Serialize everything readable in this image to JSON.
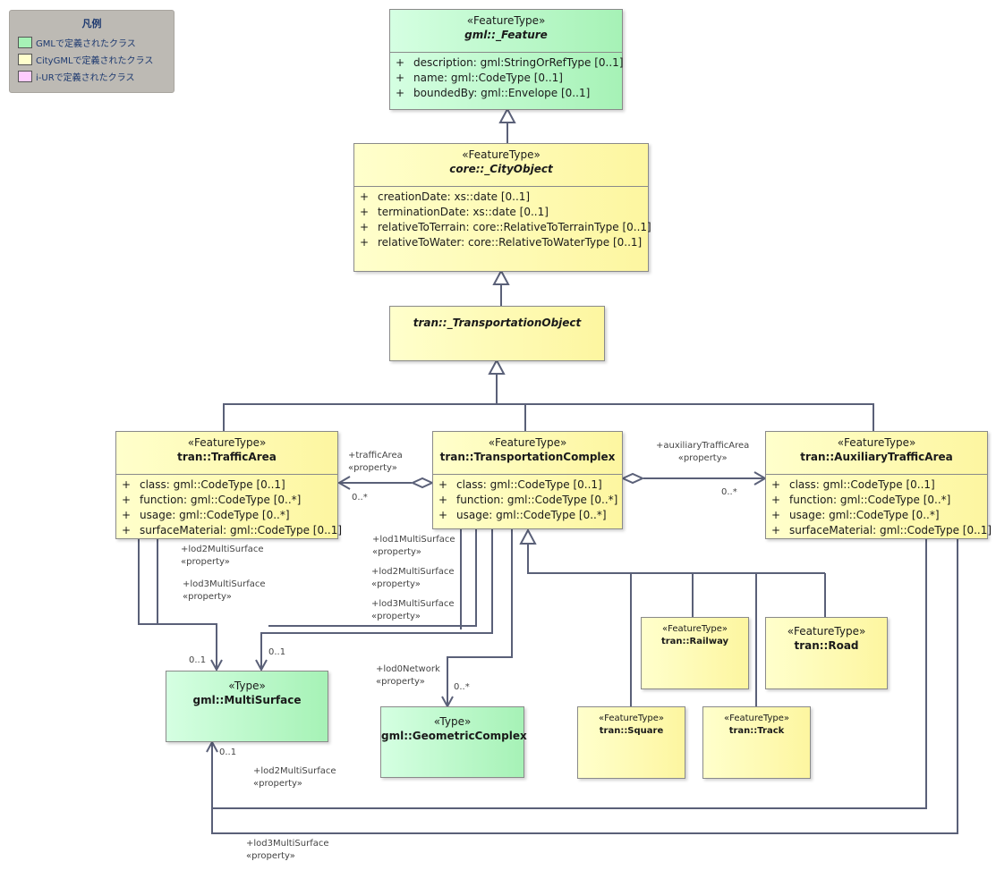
{
  "legend": {
    "title": "凡例",
    "items": [
      {
        "label": "GMLで定義されたクラス",
        "color": "#a6f2b6"
      },
      {
        "label": "CityGMLで定義されたクラス",
        "color": "#ffffcc"
      },
      {
        "label": "i-URで定義されたクラス",
        "color": "#ffccff"
      }
    ]
  },
  "classes": {
    "feature": {
      "stereotype": "«FeatureType»",
      "name": "gml::_Feature",
      "attributes": [
        {
          "vis": "+",
          "text": "description: gml:StringOrRefType [0..1]"
        },
        {
          "vis": "+",
          "text": "name: gml::CodeType [0..1]"
        },
        {
          "vis": "+",
          "text": "boundedBy: gml::Envelope [0..1]"
        }
      ]
    },
    "cityobject": {
      "stereotype": "«FeatureType»",
      "name": "core::_CityObject",
      "attributes": [
        {
          "vis": "+",
          "text": "creationDate: xs::date [0..1]"
        },
        {
          "vis": "+",
          "text": "terminationDate: xs::date [0..1]"
        },
        {
          "vis": "+",
          "text": "relativeToTerrain: core::RelativeToTerrainType [0..1]"
        },
        {
          "vis": "+",
          "text": "relativeToWater: core::RelativeToWaterType [0..1]"
        }
      ]
    },
    "transportationobject": {
      "name": "tran::_TransportationObject"
    },
    "trafficarea": {
      "stereotype": "«FeatureType»",
      "name": "tran::TrafficArea",
      "attributes": [
        {
          "vis": "+",
          "text": "class: gml::CodeType [0..1]"
        },
        {
          "vis": "+",
          "text": "function: gml::CodeType [0..*]"
        },
        {
          "vis": "+",
          "text": "usage: gml::CodeType [0..*]"
        },
        {
          "vis": "+",
          "text": "surfaceMaterial: gml::CodeType [0..1]"
        }
      ]
    },
    "transportationcomplex": {
      "stereotype": "«FeatureType»",
      "name": "tran::TransportationComplex",
      "attributes": [
        {
          "vis": "+",
          "text": "class: gml::CodeType [0..1]"
        },
        {
          "vis": "+",
          "text": "function: gml::CodeType [0..*]"
        },
        {
          "vis": "+",
          "text": "usage: gml::CodeType [0..*]"
        }
      ]
    },
    "auxiliarytrafficarea": {
      "stereotype": "«FeatureType»",
      "name": "tran::AuxiliaryTrafficArea",
      "attributes": [
        {
          "vis": "+",
          "text": "class: gml::CodeType [0..1]"
        },
        {
          "vis": "+",
          "text": "function: gml::CodeType [0..*]"
        },
        {
          "vis": "+",
          "text": "usage: gml::CodeType [0..*]"
        },
        {
          "vis": "+",
          "text": "surfaceMaterial: gml::CodeType [0..1]"
        }
      ]
    },
    "multisurface": {
      "stereotype": "«Type»",
      "name": "gml::MultiSurface"
    },
    "geometriccomplex": {
      "stereotype": "«Type»",
      "name": "gml::GeometricComplex"
    },
    "railway": {
      "stereotype": "«FeatureType»",
      "name": "tran::Railway"
    },
    "road": {
      "stereotype": "«FeatureType»",
      "name": "tran::Road"
    },
    "square": {
      "stereotype": "«FeatureType»",
      "name": "tran::Square"
    },
    "track": {
      "stereotype": "«FeatureType»",
      "name": "tran::Track"
    }
  },
  "labels": {
    "trafficArea": {
      "role": "+trafficArea",
      "stereo": "«property»",
      "mult": "0..*"
    },
    "auxiliaryTrafficArea": {
      "role": "+auxiliaryTrafficArea",
      "stereo": "«property»",
      "mult": "0..*"
    },
    "ta_lod2": {
      "role": "+lod2MultiSurface",
      "stereo": "«property»"
    },
    "ta_lod3": {
      "role": "+lod3MultiSurface",
      "stereo": "«property»"
    },
    "tc_lod1": {
      "role": "+lod1MultiSurface",
      "stereo": "«property»"
    },
    "tc_lod2": {
      "role": "+lod2MultiSurface",
      "stereo": "«property»"
    },
    "tc_lod3": {
      "role": "+lod3MultiSurface",
      "stereo": "«property»"
    },
    "tc_lod0": {
      "role": "+lod0Network",
      "stereo": "«property»"
    },
    "aux_lod2": {
      "role": "+lod2MultiSurface",
      "stereo": "«property»"
    },
    "aux_lod3": {
      "role": "+lod3MultiSurface",
      "stereo": "«property»"
    },
    "ms_mult_left": "0..1",
    "ms_mult_right": "0..1",
    "ms_mult_bottom": "0..1",
    "gc_mult": "0..*"
  }
}
